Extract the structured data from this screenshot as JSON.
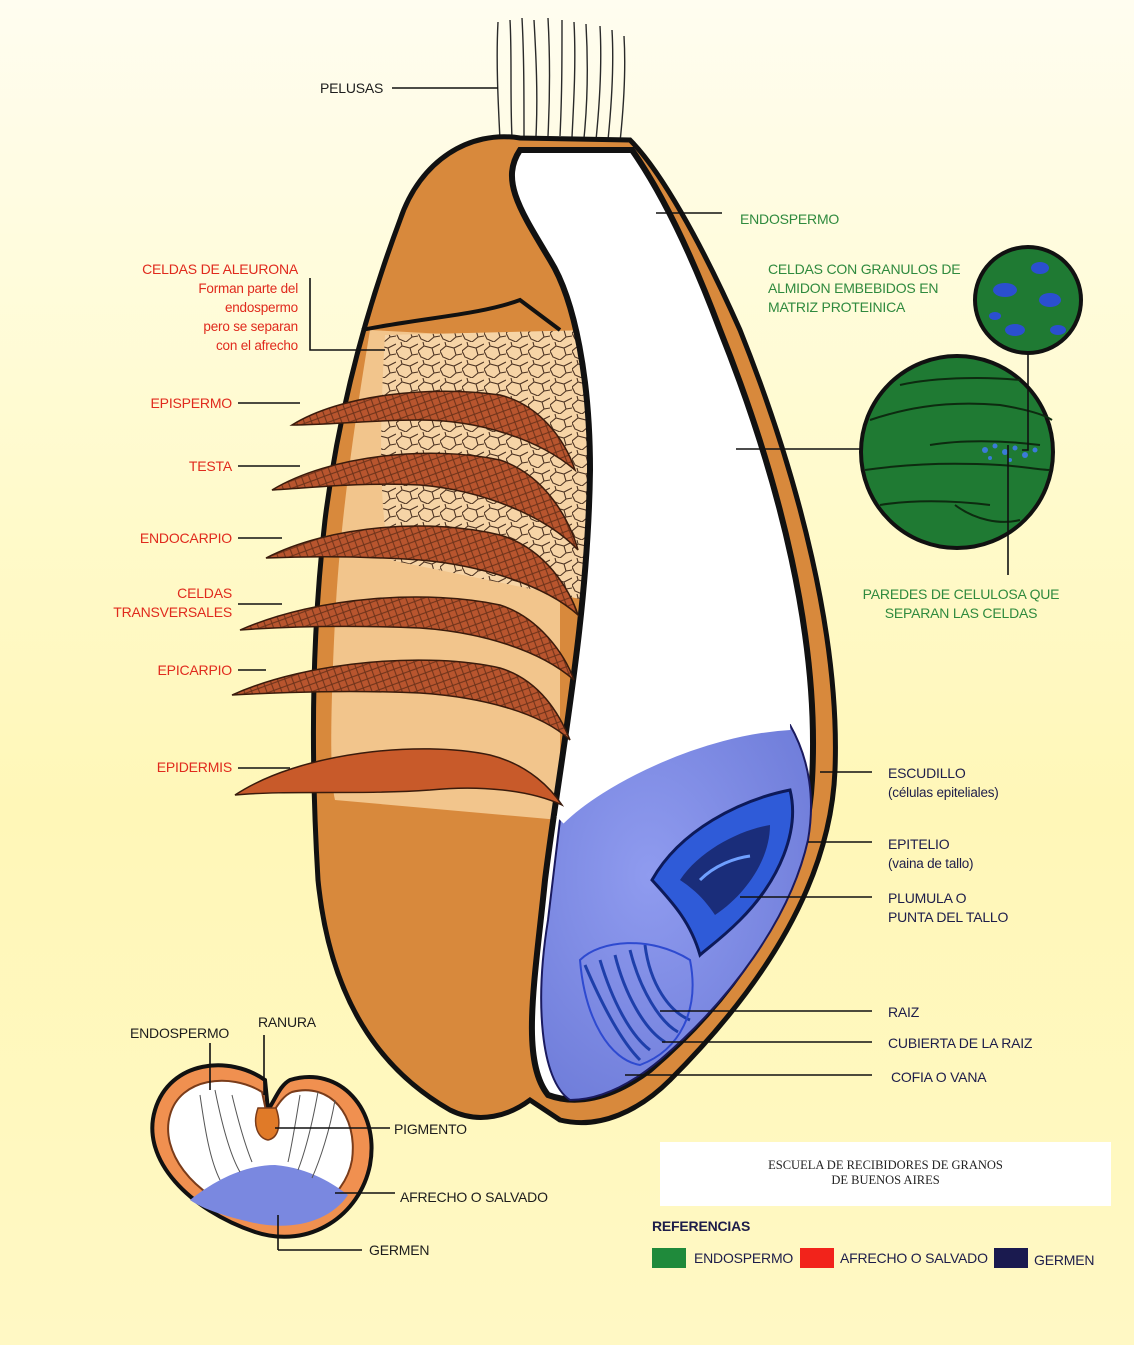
{
  "colors": {
    "endospermo": "#1f8a3b",
    "afrecho": "#f2231b",
    "germen": "#1a1a4f",
    "hull": "#d88a3e",
    "hull_light": "#f1c58d",
    "germ_blue": "#7a88e0",
    "label_red": "#e02a1d",
    "label_green": "#2f8a3e",
    "label_navy": "#1d1d4a"
  },
  "labels": {
    "pelusas": "PELUSAS",
    "endospermo": "ENDOSPERMO",
    "celdas_almidon": [
      "CELDAS CON GRANULOS DE",
      "ALMIDON EMBEBIDOS EN",
      "MATRIZ PROTEINICA"
    ],
    "paredes_celulosa": [
      "PAREDES DE CELULOSA QUE",
      "SEPARAN LAS CELDAS"
    ],
    "celdas_aleurona": [
      "CELDAS DE ALEURONA",
      "Forman parte del",
      "endospermo",
      "pero se separan",
      "con el afrecho"
    ],
    "epispermo": "EPISPERMO",
    "testa": "TESTA",
    "endocarpio": "ENDOCARPIO",
    "celdas_transversales": [
      "CELDAS",
      "TRANSVERSALES"
    ],
    "epicarpio": "EPICARPIO",
    "epidermis": "EPIDERMIS",
    "escudillo": [
      "ESCUDILLO",
      "(células epiteliales)"
    ],
    "epitelio": [
      "EPITELIO",
      "(vaina de tallo)"
    ],
    "plumula": [
      "PLUMULA O",
      "PUNTA DEL TALLO"
    ],
    "raiz": "RAIZ",
    "cubierta_raiz": "CUBIERTA DE LA RAIZ",
    "cofia": "COFIA O VANA",
    "cross_endospermo": "ENDOSPERMO",
    "ranura": "RANURA",
    "pigmento": "PIGMENTO",
    "afrecho_salvado": "AFRECHO O SALVADO",
    "germen": "GERMEN"
  },
  "school": [
    "ESCUELA DE RECIBIDORES DE GRANOS",
    "DE BUENOS AIRES"
  ],
  "legend": {
    "title": "REFERENCIAS",
    "items": [
      {
        "label": "ENDOSPERMO",
        "color": "#1f8a3b"
      },
      {
        "label": "AFRECHO O SALVADO",
        "color": "#f2231b"
      },
      {
        "label": "GERMEN",
        "color": "#1a1a4f"
      }
    ]
  }
}
